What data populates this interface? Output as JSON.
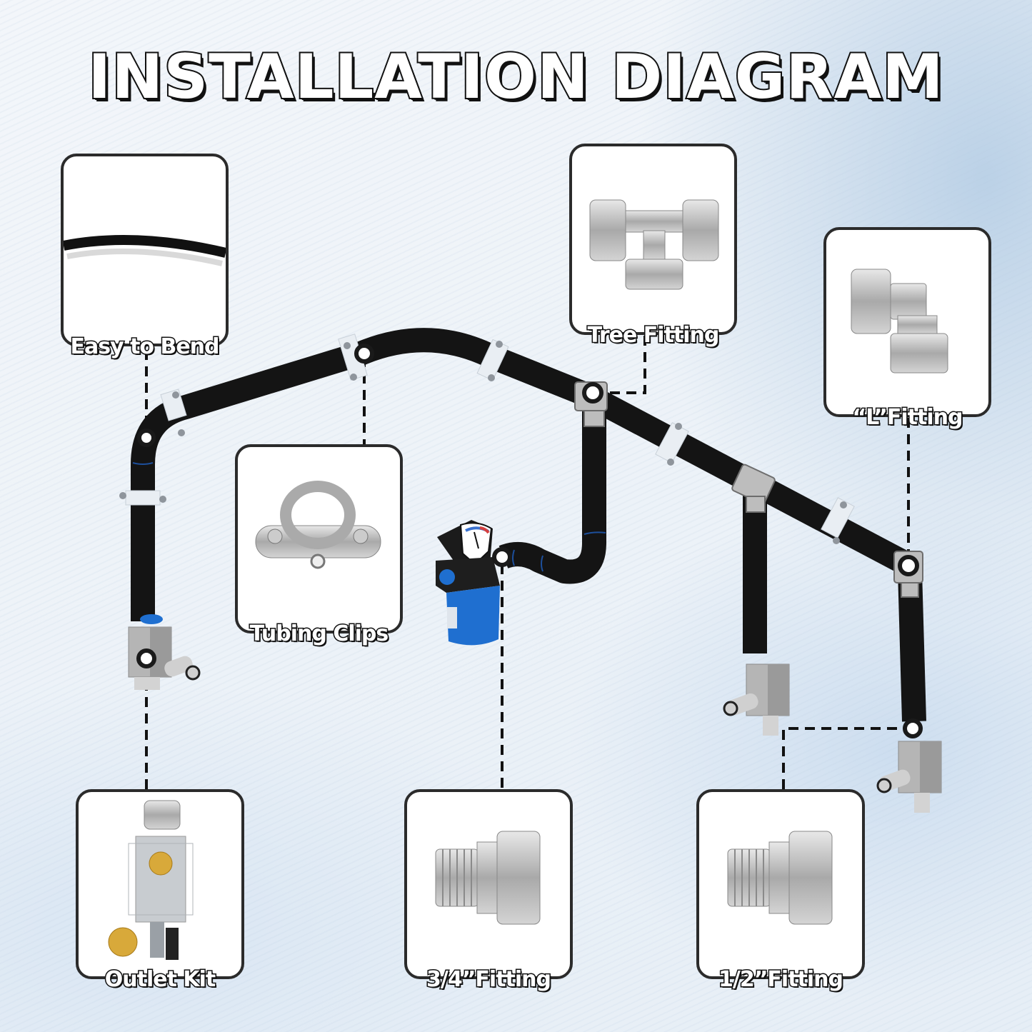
{
  "title": "INSTALLATION DIAGRAM",
  "cards": [
    {
      "id": "easy-to-bend",
      "label": "Easy to Bend",
      "depicts": "black-flexible-tubing"
    },
    {
      "id": "tree-fitting",
      "label": "Tree Fitting",
      "depicts": "tee-compression-fitting"
    },
    {
      "id": "l-fitting",
      "label": "“L”Fitting",
      "depicts": "elbow-compression-fitting"
    },
    {
      "id": "tubing-clips",
      "label": "Tubing Clips",
      "depicts": "metal-pipe-clamp"
    },
    {
      "id": "outlet-kit",
      "label": "Outlet Kit",
      "depicts": "outlet-block-with-brass-plug"
    },
    {
      "id": "three-quarter-fitting",
      "label": "3/4”Fitting",
      "depicts": "male-threaded-compression-fitting"
    },
    {
      "id": "half-inch-fitting",
      "label": "1/2”Fitting",
      "depicts": "male-threaded-compression-fitting"
    }
  ],
  "diagram": {
    "components": [
      "air-compressor-filter-with-gauge",
      "black-tubing-line",
      "tubing-clips",
      "tee-fittings",
      "elbow-fitting",
      "outlet-blocks"
    ],
    "colors": {
      "tubing": "#141414",
      "filter_body": "#1f6fd0",
      "fitting": "#b9b9b9",
      "card_border": "#2b2b2b"
    }
  }
}
